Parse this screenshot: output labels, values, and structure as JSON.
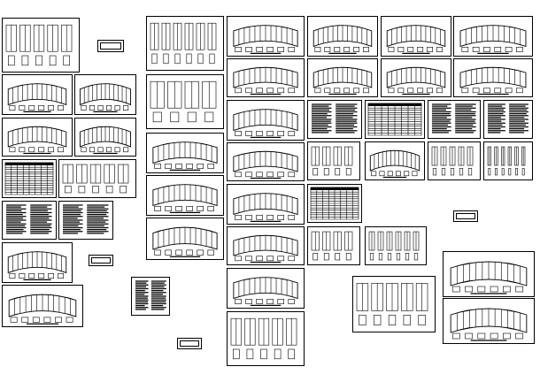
{
  "title": "",
  "sheet_kinds": [
    "plan",
    "elevation",
    "detail",
    "notes",
    "table",
    "section"
  ],
  "colors": {
    "ink": "#000000",
    "paper": "#ffffff"
  }
}
